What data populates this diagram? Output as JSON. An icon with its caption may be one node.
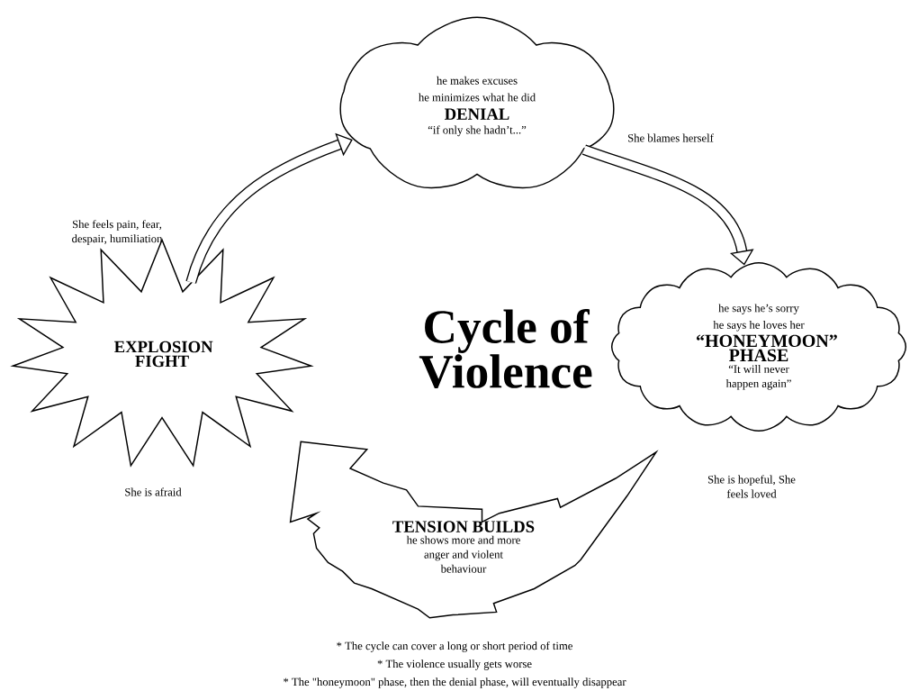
{
  "diagram": {
    "title": "Cycle of Violence",
    "nodes": [
      {
        "text": [
          "he makes excuses",
          "he minimizes what he did",
          "DENIAL",
          "“if only she hadn’t...”"
        ],
        "beside": [
          "She blames herself"
        ]
      },
      {
        "text": [
          "he says he’s sorry",
          "he says he loves her",
          "“HONEYMOON” PHASE",
          "“It will never happen again”"
        ],
        "beside": [
          "She is hopeful, She feels loved"
        ]
      },
      {
        "text": [
          "TENSION BUILDS",
          "he shows more and more anger and violent behaviour"
        ]
      },
      {
        "text": [
          "EXPLOSION FIGHT"
        ],
        "beside": [
          "She feels pain, fear, despair, humiliation",
          "She is afraid"
        ]
      }
    ],
    "edges": [
      {
        "from": 3,
        "to": 0,
        "arrow": "to"
      },
      {
        "from": 0,
        "to": 1,
        "arrow": "to"
      }
    ],
    "labels": [
      "* The cycle can cover a long or short period of time",
      "* The violence usually gets worse",
      "* The \"honeymoon\" phase, then the denial phase, will eventually disappear"
    ]
  }
}
